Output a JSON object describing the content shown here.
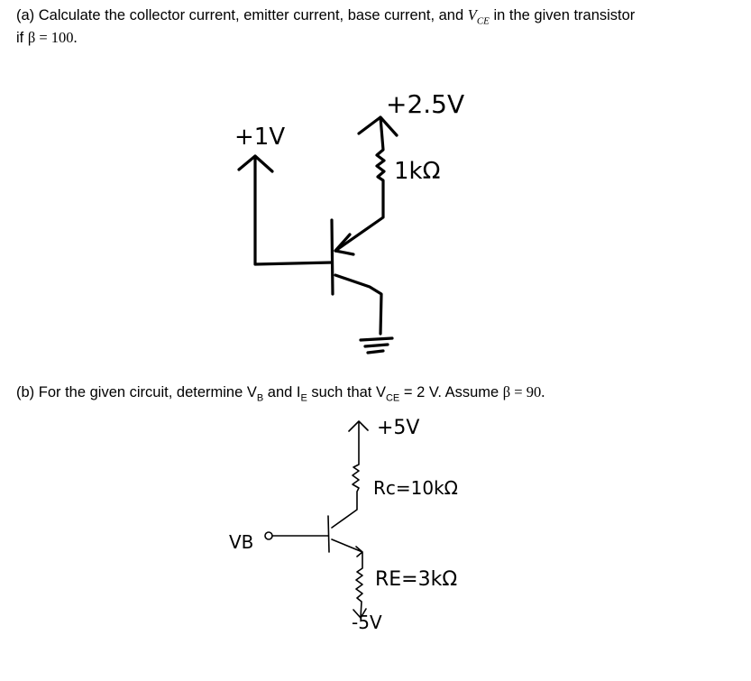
{
  "part_a": {
    "prefix": "(a) Calculate the collector current, emitter current, base current, and ",
    "var": "V",
    "var_sub": "CE",
    "suffix": " in the given transistor",
    "line2_prefix": "if ",
    "line2_math": "β = 100.",
    "circuit": {
      "base_supply": "+1V",
      "emitter_supply": "+2.5V",
      "resistor": "1kΩ"
    }
  },
  "part_b": {
    "prefix": "(b) For the given circuit, determine V",
    "vb_sub": "B",
    "mid": " and I",
    "ie_sub": "E",
    "mid2": " such that V",
    "vce_sub": "CE",
    "mid3": " = 2 V. Assume ",
    "math": "β = 90.",
    "circuit": {
      "top_supply": "+5V",
      "rc": "Rc=10kΩ",
      "re": "RE=3kΩ",
      "bottom_supply": "-5V",
      "input": "VB"
    }
  }
}
